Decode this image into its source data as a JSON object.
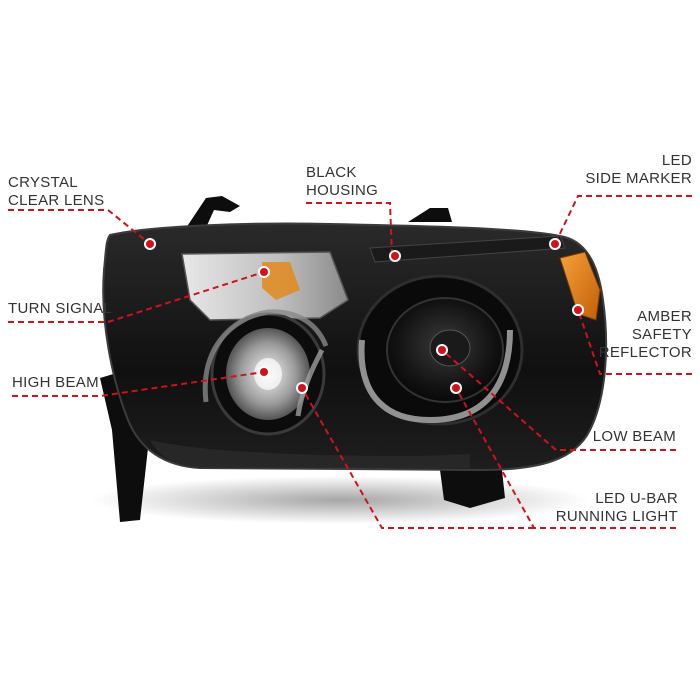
{
  "colors": {
    "callout_line": "#d0121b",
    "callout_dot": "#d0121b",
    "label_text": "#333333",
    "housing": "#141414",
    "amber": "#e07a12"
  },
  "callouts": [
    {
      "id": "crystal-clear-lens",
      "text": "CRYSTAL\nCLEAR LENS"
    },
    {
      "id": "black-housing",
      "text": "BLACK\nHOUSING"
    },
    {
      "id": "led-side-marker",
      "text": "LED\nSIDE MARKER"
    },
    {
      "id": "turn-signal",
      "text": "TURN SIGNAL"
    },
    {
      "id": "amber-safety-reflector",
      "text": "AMBER\nSAFETY\nREFLECTOR"
    },
    {
      "id": "high-beam",
      "text": "HIGH BEAM"
    },
    {
      "id": "low-beam",
      "text": "LOW BEAM"
    },
    {
      "id": "led-u-bar-running-light",
      "text": "LED U-BAR\nRUNNING LIGHT"
    }
  ]
}
